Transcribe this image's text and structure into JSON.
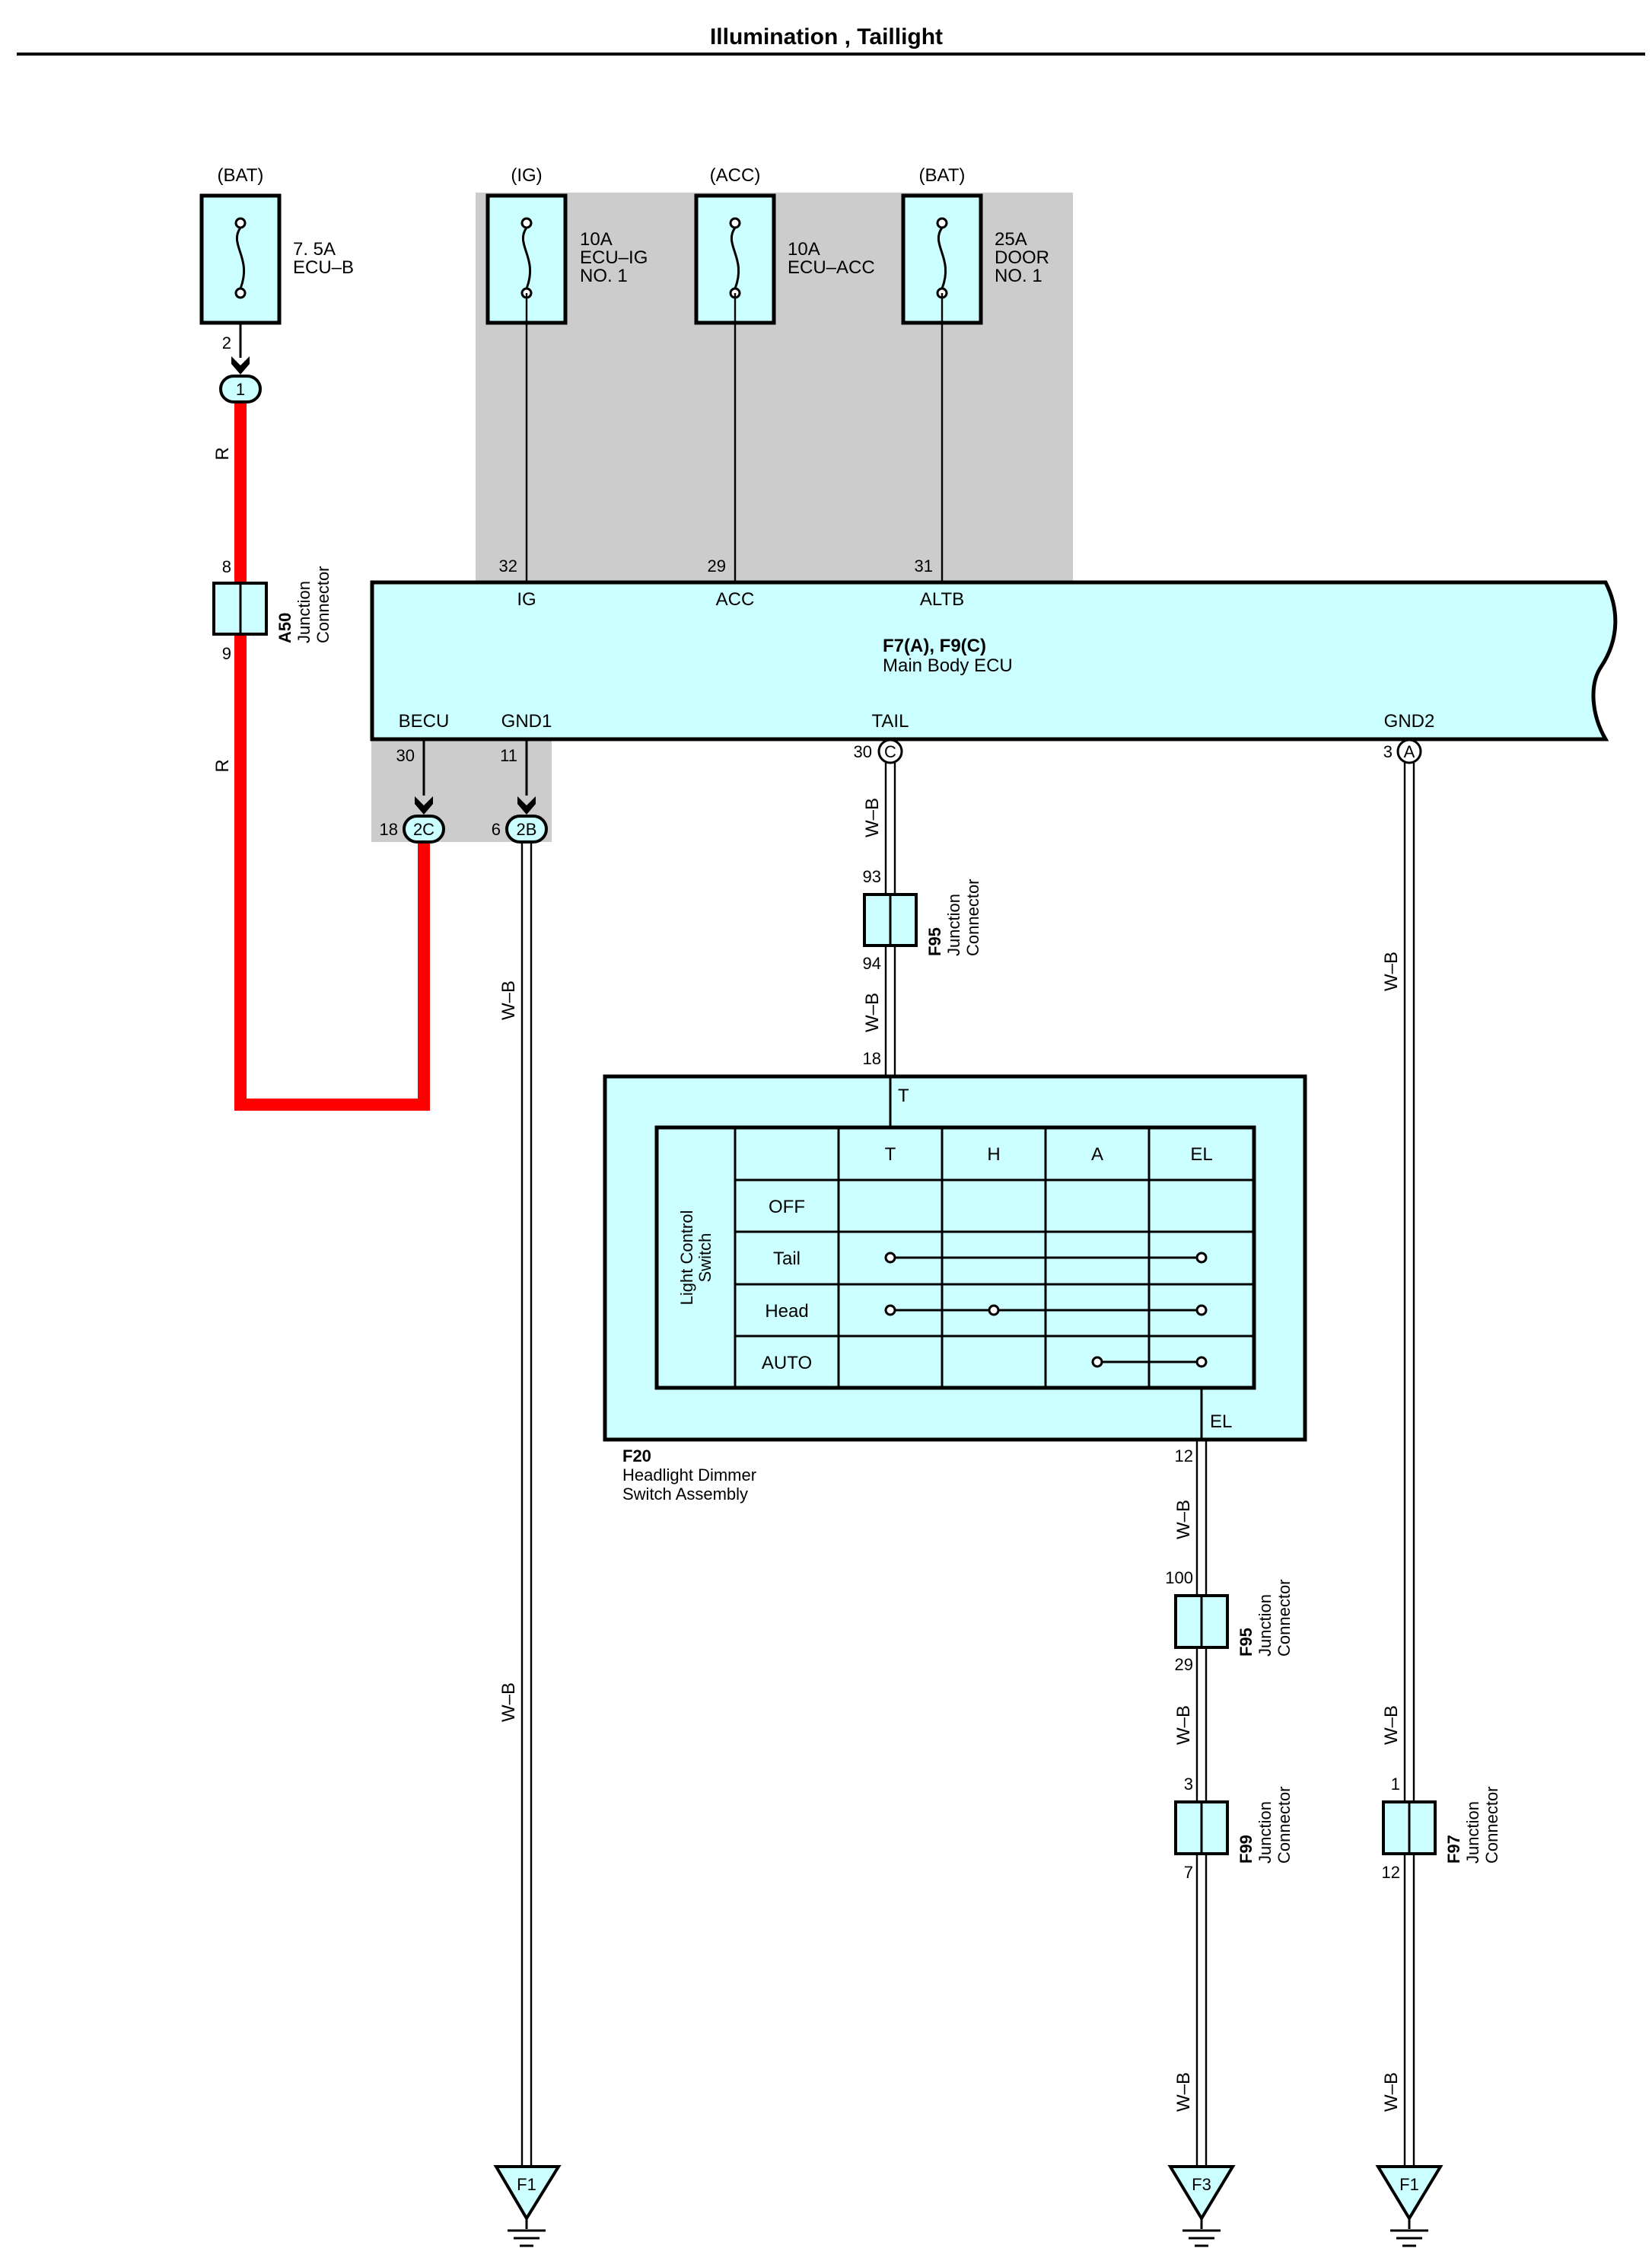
{
  "page_title": "Illumination , Taillight",
  "fuses": [
    {
      "source": "(BAT)",
      "rating": "7. 5A",
      "name_lines": [
        "ECU–B"
      ]
    },
    {
      "source": "(IG)",
      "rating": "10A",
      "name_lines": [
        "ECU–IG",
        "NO. 1"
      ]
    },
    {
      "source": "(ACC)",
      "rating": "10A",
      "name_lines": [
        "ECU–ACC"
      ]
    },
    {
      "source": "(BAT)",
      "rating": "25A",
      "name_lines": [
        "DOOR",
        "NO. 1"
      ]
    }
  ],
  "ecu": {
    "code": "F7(A), F9(C)",
    "name": "Main Body ECU",
    "top_terminals": [
      {
        "pin": "32",
        "label": "IG"
      },
      {
        "pin": "29",
        "label": "ACC"
      },
      {
        "pin": "31",
        "label": "ALTB"
      }
    ],
    "bottom_terminals": [
      {
        "pin": "30",
        "label": "BECU"
      },
      {
        "pin": "11",
        "label": "GND1"
      },
      {
        "pin": "30",
        "label": "TAIL",
        "connector": "C"
      },
      {
        "pin": "3",
        "label": "GND2",
        "connector": "A"
      }
    ]
  },
  "connectors": {
    "jb1": {
      "pin": "2",
      "id": "1"
    },
    "jb_2c": {
      "pin": "18",
      "id": "2C"
    },
    "jb_2b": {
      "pin": "6",
      "id": "2B"
    },
    "a50": {
      "code": "A50",
      "name_lines": [
        "Junction",
        "Connector"
      ],
      "pin_top": "8",
      "pin_bottom": "9"
    },
    "f95_upper": {
      "code": "F95",
      "name_lines": [
        "Junction",
        "Connector"
      ],
      "pin_top": "93",
      "pin_bottom": "94"
    },
    "f95_lower": {
      "code": "F95",
      "name_lines": [
        "Junction",
        "Connector"
      ],
      "pin_top": "100",
      "pin_bottom": "29"
    },
    "f99": {
      "code": "F99",
      "name_lines": [
        "Junction",
        "Connector"
      ],
      "pin_top": "3",
      "pin_bottom": "7"
    },
    "f97": {
      "code": "F97",
      "name_lines": [
        "Junction",
        "Connector"
      ],
      "pin_top": "1",
      "pin_bottom": "12"
    }
  },
  "wire_colors": {
    "red_label": "R",
    "wb_label": "W–B",
    "red_hex": "#ff0000",
    "shade_hex": "#cccccc",
    "box_fill_hex": "#ccffff"
  },
  "switch": {
    "code": "F20",
    "name_lines": [
      "Headlight Dimmer",
      "Switch Assembly"
    ],
    "input_pin": "18",
    "input_label": "T",
    "output_pin": "12",
    "output_label": "EL",
    "table_title_lines": [
      "Light Control",
      "Switch"
    ],
    "columns": [
      "T",
      "H",
      "A",
      "EL"
    ],
    "rows": [
      {
        "label": "OFF",
        "links": []
      },
      {
        "label": "Tail",
        "links": [
          "T",
          "EL"
        ]
      },
      {
        "label": "Head",
        "links": [
          "T",
          "H",
          "EL"
        ]
      },
      {
        "label": "AUTO",
        "links": [
          "A",
          "EL"
        ]
      }
    ]
  },
  "grounds": [
    {
      "label": "F1"
    },
    {
      "label": "F3"
    },
    {
      "label": "F1"
    }
  ]
}
